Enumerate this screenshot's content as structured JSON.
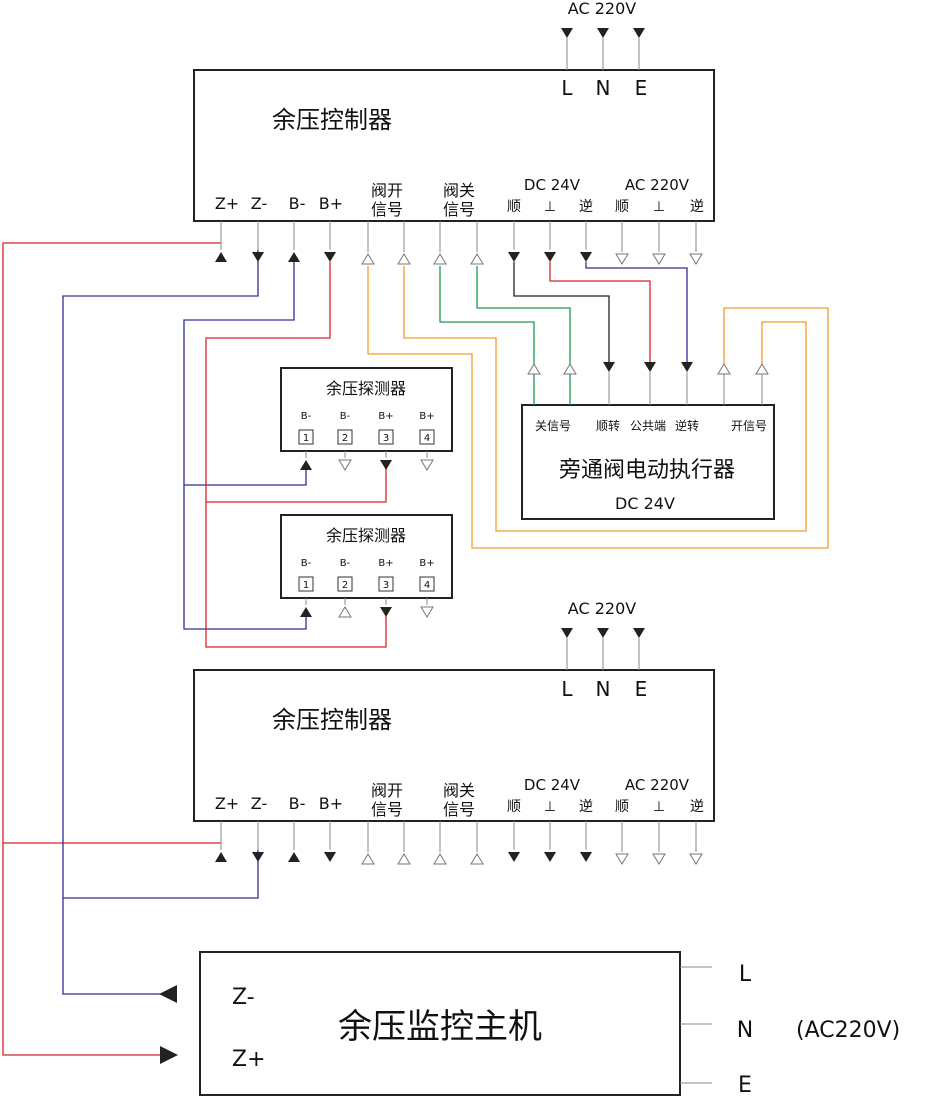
{
  "colors": {
    "red": "#d8242a",
    "blue": "#2e3192",
    "green": "#1a9a4e",
    "orange": "#f39c2a",
    "black": "#222222",
    "gray": "#888888"
  },
  "supply": {
    "label": "AC 220V",
    "L": "L",
    "N": "N",
    "E": "E"
  },
  "controller": {
    "title": "余压控制器",
    "terminals": {
      "z_plus": "Z+",
      "z_minus": "Z-",
      "b_minus": "B-",
      "b_plus": "B+",
      "valve_open_1": "阀开",
      "valve_open_2": "信号",
      "valve_close_1": "阀关",
      "valve_close_2": "信号",
      "dc24v": "DC 24V",
      "ac220v": "AC 220V",
      "forward": "顺",
      "common": "⊥",
      "reverse": "逆"
    }
  },
  "detector": {
    "title": "余压探测器",
    "pin_labels": [
      "B-",
      "B-",
      "B+",
      "B+"
    ],
    "pin_numbers": [
      "1",
      "2",
      "3",
      "4"
    ]
  },
  "actuator": {
    "title": "旁通阀电动执行器",
    "voltage": "DC 24V",
    "close_signal": "关信号",
    "forward": "顺转",
    "common": "公共端",
    "reverse": "逆转",
    "open_signal": "开信号"
  },
  "host": {
    "title": "余压监控主机",
    "z_minus": "Z-",
    "z_plus": "Z+",
    "L": "L",
    "N": "N",
    "E": "E",
    "supply": "(AC220V)"
  }
}
